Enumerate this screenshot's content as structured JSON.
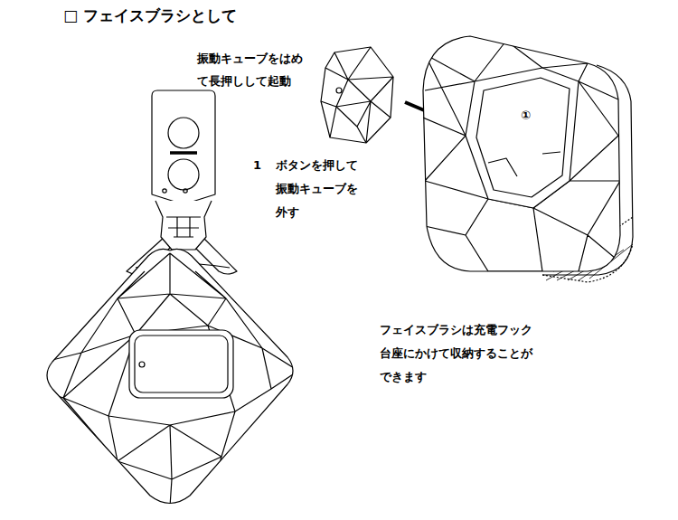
{
  "diagram": {
    "title": "□ フェイスブラシとして",
    "labels": [
      "振動キューブをはめ て長押しして起動",
      "1",
      "ボタンを押して 振動キューブを 外す",
      "①",
      "フェイスブラシは充電フック 台座にかけて収納することが できます"
    ]
  }
}
